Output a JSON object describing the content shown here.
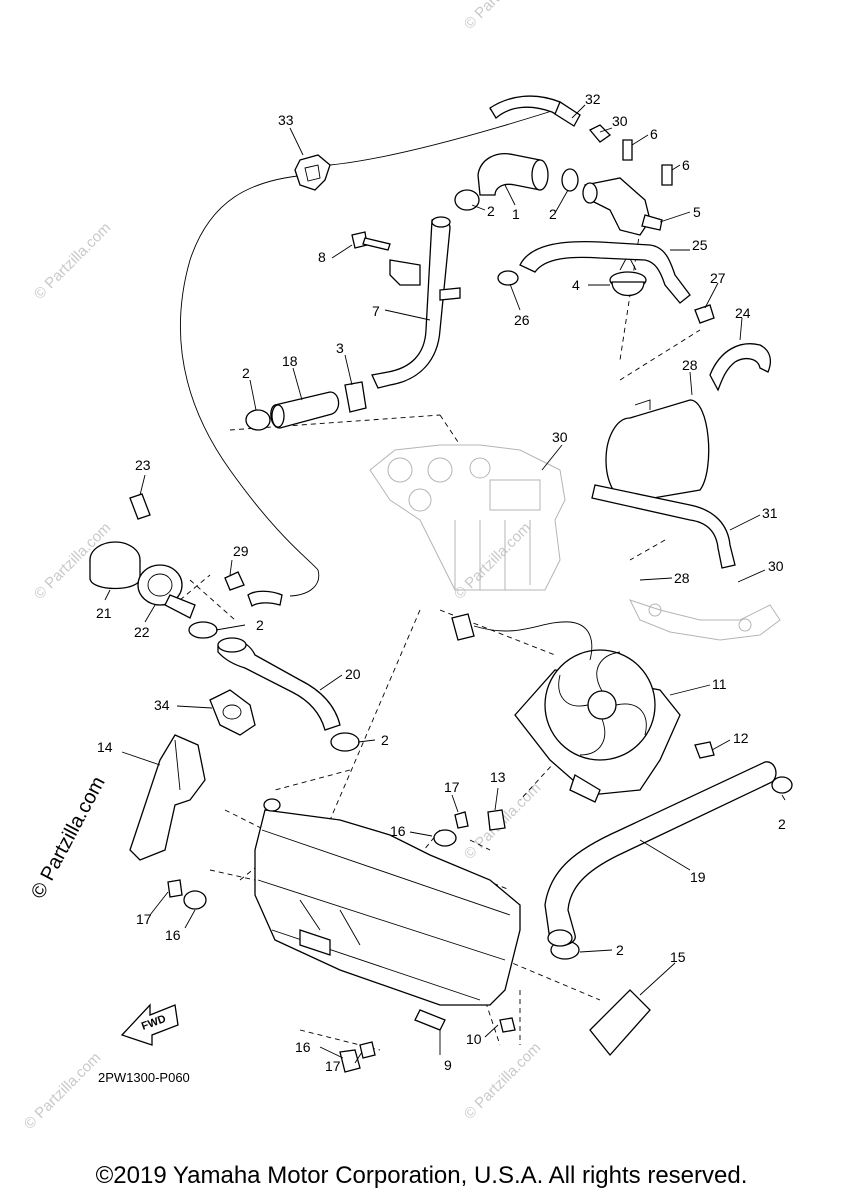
{
  "diagram": {
    "drawing_code": "2PW1300-P060",
    "fwd_label": "FWD",
    "brand_mark": "© Partzilla.com",
    "watermark": "© Partzilla.com",
    "copyright": "©2019 Yamaha Motor Corporation, U.S.A. All rights reserved.",
    "callouts": {
      "c1": "1",
      "c2a": "2",
      "c2b": "2",
      "c2c": "2",
      "c2d": "2",
      "c2e": "2",
      "c2f": "2",
      "c2g": "2",
      "c3": "3",
      "c4": "4",
      "c5": "5",
      "c6a": "6",
      "c6b": "6",
      "c7": "7",
      "c8": "8",
      "c9": "9",
      "c10": "10",
      "c11": "11",
      "c12": "12",
      "c13": "13",
      "c14": "14",
      "c15": "15",
      "c16a": "16",
      "c16b": "16",
      "c16c": "16",
      "c17a": "17",
      "c17b": "17",
      "c17c": "17",
      "c18": "18",
      "c19": "19",
      "c20": "20",
      "c21": "21",
      "c22": "22",
      "c23": "23",
      "c24": "24",
      "c25": "25",
      "c26": "26",
      "c27": "27",
      "c28a": "28",
      "c28b": "28",
      "c29": "29",
      "c30a": "30",
      "c30b": "30",
      "c30c": "30",
      "c31": "31",
      "c32": "32",
      "c33": "33",
      "c34": "34"
    }
  }
}
